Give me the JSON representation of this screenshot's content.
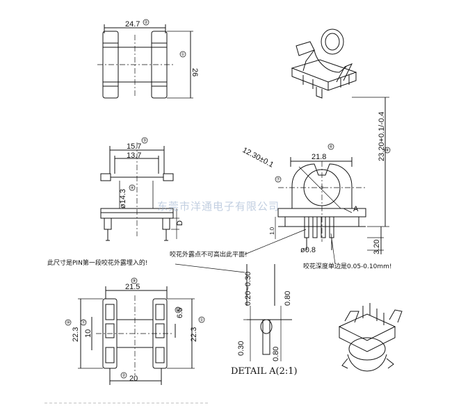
{
  "top_view": {
    "width_dim": "24.7",
    "height_dim": "26"
  },
  "front_view": {
    "dim_outer": "15.7",
    "dim_inner": "13.7",
    "dim_dia": "ø14.3",
    "dim_d": "D"
  },
  "side_view": {
    "dim_width": "21.8",
    "dim_radius": "12.30±0.1",
    "dim_height": "23.20+0.1/-0.4",
    "dim_pin_dia": "ø0.8",
    "dim_pin_len": "3.20",
    "dim_step": "1.0",
    "label_a": "A"
  },
  "bottom_view": {
    "dim_top": "21.5",
    "dim_bottom": "20",
    "dim_left_outer": "22.3",
    "dim_left_inner": "10",
    "dim_right_inner": "6.5",
    "dim_right_outer": "22.3"
  },
  "detail": {
    "dim_a": "0.20~0.30",
    "dim_b": "0.80",
    "dim_c": "0.30",
    "dim_d": "0.80",
    "title": "DETAIL A(2:1)"
  },
  "notes": {
    "pin_note": "此尺寸是PIN第一段咬花外露埋入的!",
    "crimp_note": "咬花外露点不可高出此平面!",
    "depth_note": "咬花深度单边是0.05-0.10mm!"
  },
  "watermark": "东莞市洋通电子有限公司",
  "ref_marks": [
    "①",
    "②",
    "③",
    "④",
    "⑤",
    "⑥",
    "⑦",
    "⑧",
    "⑨",
    "⑩",
    "⑪",
    "⑫"
  ],
  "colors": {
    "line": "#111111",
    "watermark": "#8fa8c8"
  }
}
